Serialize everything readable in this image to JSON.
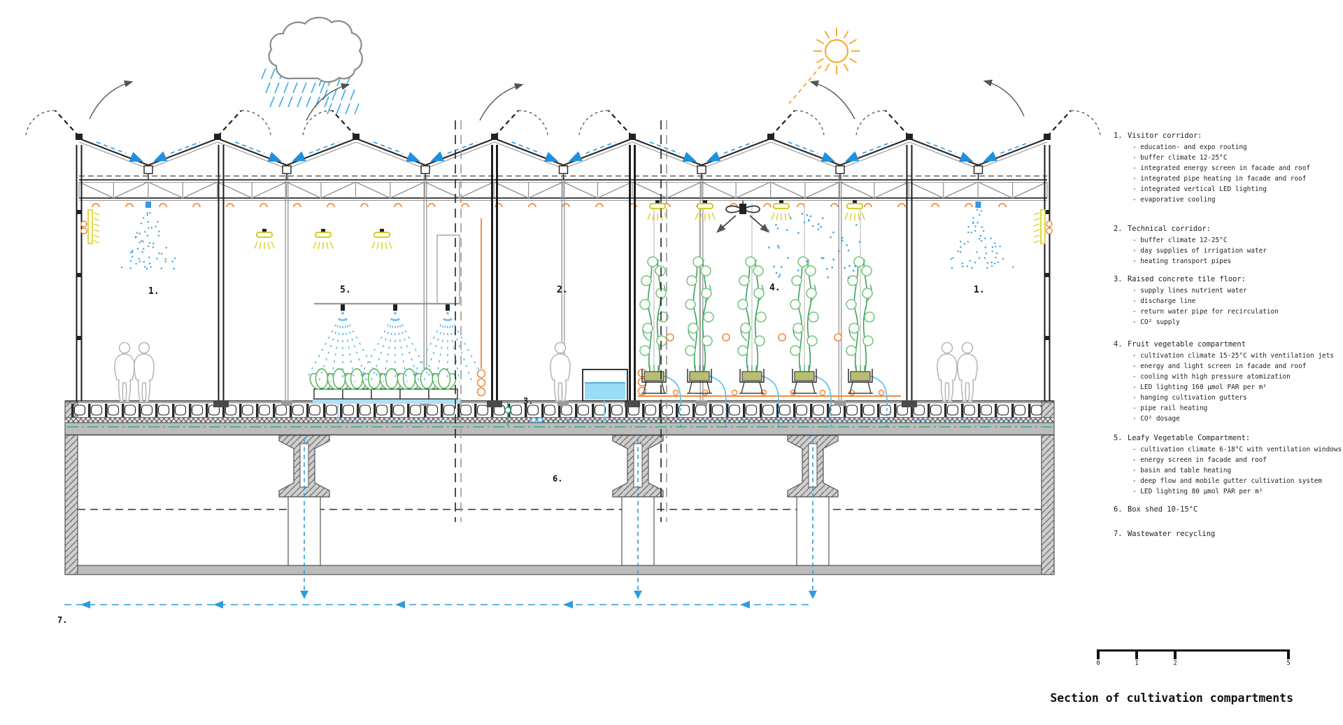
{
  "title_block": {
    "title": "Section of cultivation compartments"
  },
  "scale_bar": {
    "ticks": [
      "0",
      "1",
      "2",
      "5"
    ]
  },
  "drawing_labels": {
    "visitor_left": "1.",
    "leafy": "5.",
    "technical": "2.",
    "fruit": "4.",
    "visitor_right": "1.",
    "floor": "3.",
    "box_shed": "6.",
    "wastewater": "7."
  },
  "legend": {
    "items": [
      {
        "num": "1.",
        "title": "Visitor corridor:",
        "bullets": [
          "- education- and expo routing",
          "- buffer climate 12-25°C",
          "- integrated energy screen in facade and roof",
          "- integrated pipe heating in facade and roof",
          "- integrated vertical LED lighting",
          "- evaporative cooling"
        ]
      },
      {
        "num": "2.",
        "title": "Technical corridor:",
        "bullets": [
          "- buffer climate 12-25°C",
          "- day supplies of irrigation water",
          "- heating transport pipes"
        ]
      },
      {
        "num": "3.",
        "title": "Raised concrete tile floor:",
        "bullets": [
          "- supply lines nutrient water",
          "- discharge line",
          "- return water pipe for recirculation",
          "- CO² supply"
        ]
      },
      {
        "num": "4.",
        "title": "Fruit vegetable compartment",
        "bullets": [
          "- cultivation climate 15-25°C with ventilation jets",
          "- energy and light screen in facade and roof",
          "- cooling with high pressure atomization",
          "- LED lighting 160 µmol PAR per m²",
          "- hanging cultivation gutters",
          "- pipe rail heating",
          "- CO² dosage"
        ]
      },
      {
        "num": "5.",
        "title": "Leafy Vegetable Compartment:",
        "bullets": [
          "- cultivation climate 6-18°C with ventilation windows",
          "- energy screen in facade and roof",
          "- basin and table heating",
          "- deep flow and mobile gutter cultivation system",
          "- LED lighting 80 µmol PAR per m²"
        ]
      },
      {
        "num": "6.",
        "title": "Box shed 10-15°C",
        "bullets": []
      },
      {
        "num": "7.",
        "title": "Wastewater recycling",
        "bullets": []
      }
    ]
  },
  "colors": {
    "structure": "#1a1a1a",
    "gray": "#8a8a8a",
    "water_blue": "#2f9bdf",
    "arrow_blue": "#1e90e0",
    "light_water": "#aee0f6",
    "hose_blue": "#66c2f2",
    "spray_blue": "#5bb8f0",
    "heating_orange": "#ef8b3f",
    "plant_green": "#3aa45a",
    "tomato_green": "#76c77e",
    "lettuce_green": "#4caf50",
    "return_green": "#2fae7e",
    "led_yellow": "#d9d023",
    "sun_orange": "#f5a623",
    "people_gray": "#b8b8b8"
  }
}
